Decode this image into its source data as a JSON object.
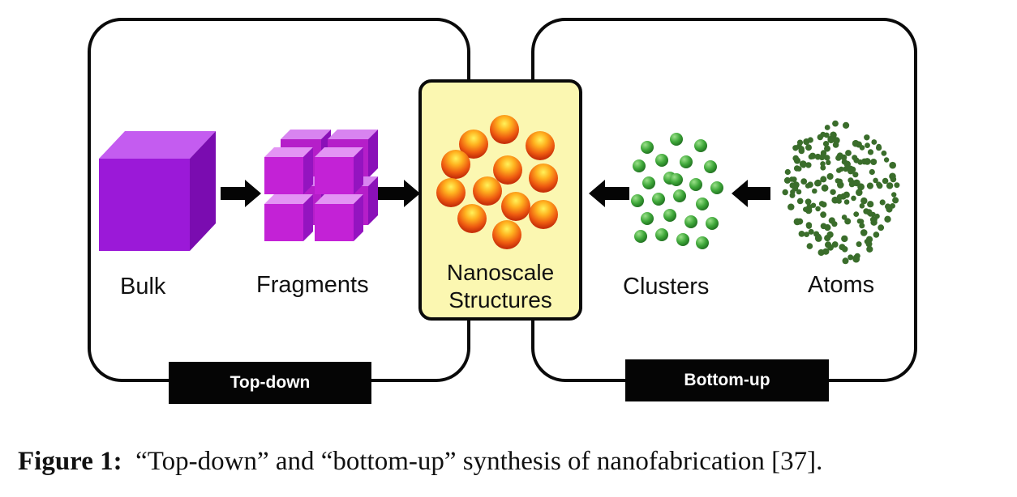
{
  "diagram": {
    "labels": {
      "bulk": "Bulk",
      "fragments": "Fragments",
      "center_line1": "Nanoscale",
      "center_line2": "Structures",
      "clusters": "Clusters",
      "atoms": "Atoms"
    },
    "approaches": {
      "top_down": "Top-down",
      "bottom_up": "Bottom-up"
    },
    "colors": {
      "cube_purple": "#9b19d8",
      "fragment_magenta": "#c322d6",
      "center_fill": "#fbf7b1",
      "sphere_orange": "#f07010",
      "cluster_green": "#3fa83a",
      "atom_green": "#3a6d2b"
    },
    "icons": [
      "arrow-right-icon",
      "arrow-left-icon"
    ]
  },
  "caption": {
    "label": "Figure 1:",
    "text": "“Top-down” and “bottom-up” synthesis of nanofabrication [37]."
  }
}
